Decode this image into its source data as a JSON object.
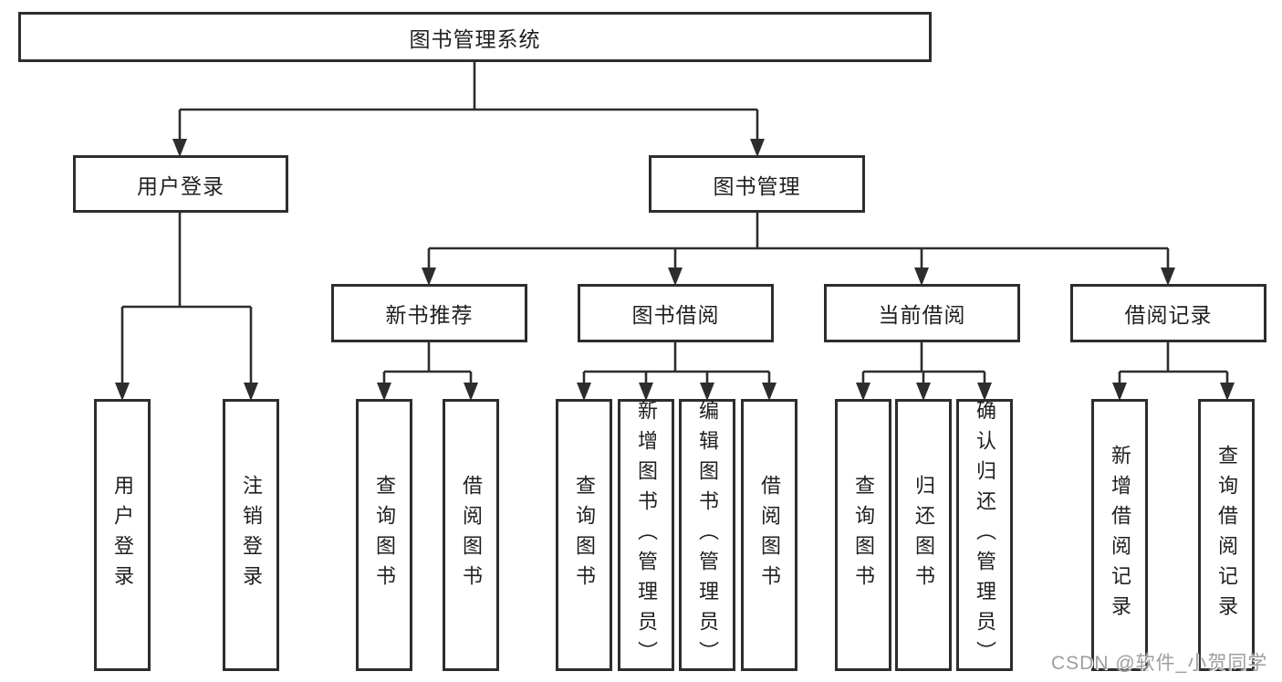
{
  "diagram": {
    "type": "hierarchy-flowchart",
    "colors": {
      "line": "#2d2d2d",
      "box_border": "#2d2d2d",
      "text": "#1f1f1f",
      "watermark": "#9e9e9e",
      "background": "#ffffff"
    },
    "tree": {
      "root": {
        "label": "图书管理系统"
      },
      "branches": [
        {
          "label": "用户登录",
          "children": [
            {
              "label": "用户登录"
            },
            {
              "label": "注销登录"
            }
          ]
        },
        {
          "label": "图书管理",
          "children": [
            {
              "label": "新书推荐",
              "children": [
                {
                  "label": "查询图书"
                },
                {
                  "label": "借阅图书"
                }
              ]
            },
            {
              "label": "图书借阅",
              "children": [
                {
                  "label": "查询图书"
                },
                {
                  "label": "新增图书（管理员）"
                },
                {
                  "label": "编辑图书（管理员）"
                },
                {
                  "label": "借阅图书"
                }
              ]
            },
            {
              "label": "当前借阅",
              "children": [
                {
                  "label": "查询图书"
                },
                {
                  "label": "归还图书"
                },
                {
                  "label": "确认归还（管理员）"
                }
              ]
            },
            {
              "label": "借阅记录",
              "children": [
                {
                  "label": "新增借阅记录"
                },
                {
                  "label": "查询借阅记录"
                }
              ]
            }
          ]
        }
      ]
    },
    "watermark": "CSDN @软件_小贺同学"
  }
}
